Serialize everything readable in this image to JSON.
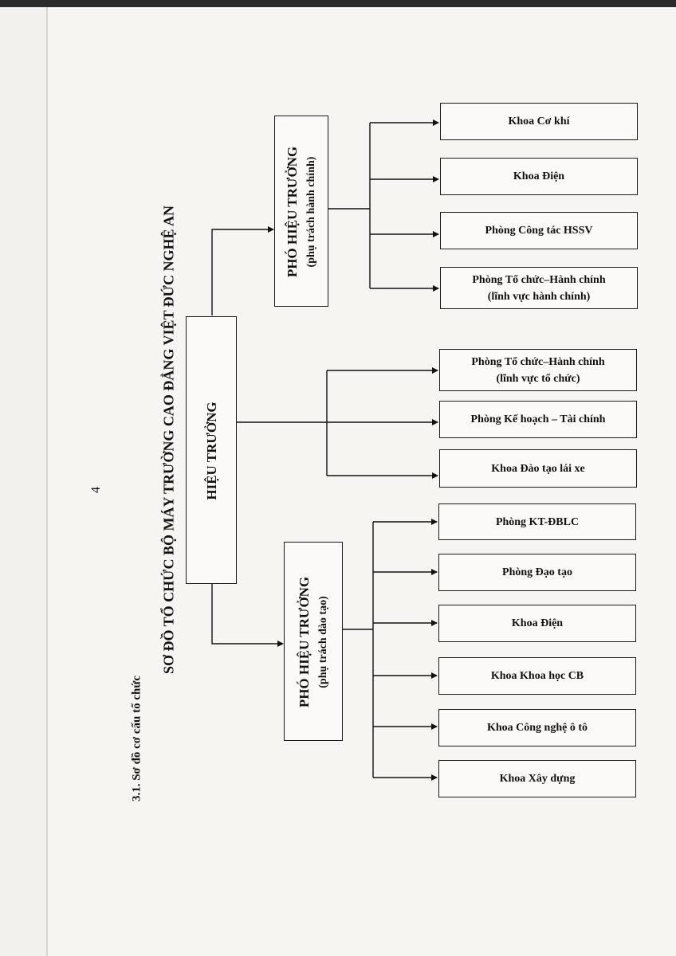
{
  "page": {
    "page_number": "4",
    "section_heading": "3.1. Sơ đồ cơ cấu tổ chức",
    "diagram_title": "SƠ ĐỒ TỔ CHỨC BỘ MÁY TRƯỜNG CAO ĐẲNG VIỆT ĐỨC NGHỆ AN"
  },
  "org": {
    "principal": "HIỆU TRƯỞNG",
    "vp_admin": {
      "title": "PHÓ HIỆU TRƯỞNG",
      "subtitle": "(phụ trách hành chính)",
      "units": [
        {
          "line1": "Khoa Cơ khí",
          "line2": ""
        },
        {
          "line1": "Khoa Điện",
          "line2": ""
        },
        {
          "line1": "Phòng Công tác HSSV",
          "line2": ""
        },
        {
          "line1": "Phòng Tổ chức–Hành chính",
          "line2": "(lĩnh vực hành chính)"
        }
      ]
    },
    "direct_units": [
      {
        "line1": "Phòng Tổ chức–Hành chính",
        "line2": "(lĩnh vực tổ chức)"
      },
      {
        "line1": "Phòng Kế hoạch – Tài chính",
        "line2": ""
      },
      {
        "line1": "Khoa Đào tạo lái xe",
        "line2": ""
      }
    ],
    "vp_training": {
      "title": "PHÓ HIỆU TRƯỞNG",
      "subtitle": "(phụ trách đào tạo)",
      "units": [
        {
          "line1": "Phòng KT-ĐBLC",
          "line2": ""
        },
        {
          "line1": "Phòng Đạo tạo",
          "line2": ""
        },
        {
          "line1": "Khoa Điện",
          "line2": ""
        },
        {
          "line1": "Khoa Khoa học CB",
          "line2": ""
        },
        {
          "line1": "Khoa Công nghệ ô tô",
          "line2": ""
        },
        {
          "line1": "Khoa Xây dựng",
          "line2": ""
        }
      ]
    }
  }
}
